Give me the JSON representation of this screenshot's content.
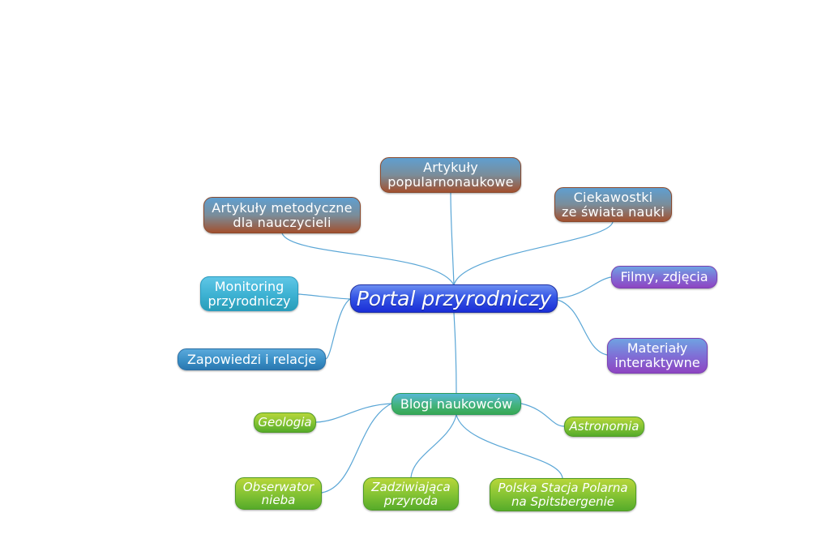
{
  "mindmap": {
    "central": "Portal przyrodniczy",
    "topics": {
      "methodical_articles": "Artykuły metodyczne\ndla nauczycieli",
      "popular_science_articles": "Artykuły\npopularnonaukowe",
      "science_curiosities": "Ciekawostki\nze świata nauki",
      "nature_monitoring": "Monitoring\nprzyrodniczy",
      "films_photos": "Filmy, zdjęcia",
      "announcements_reports": "Zapowiedzi i relacje",
      "interactive_materials": "Materiały\ninteraktywne",
      "scientists_blogs": "Blogi naukowców"
    },
    "blogs": {
      "geology": "Geologia",
      "astronomy": "Astronomia",
      "sky_observer": "Obserwator\nnieba",
      "amazing_nature": "Zadziwiająca\nprzyroda",
      "polar_station": "Polska Stacja Polarna\nna Spitsbergenie"
    }
  },
  "colors": {
    "connector": "#5aa6d6"
  }
}
